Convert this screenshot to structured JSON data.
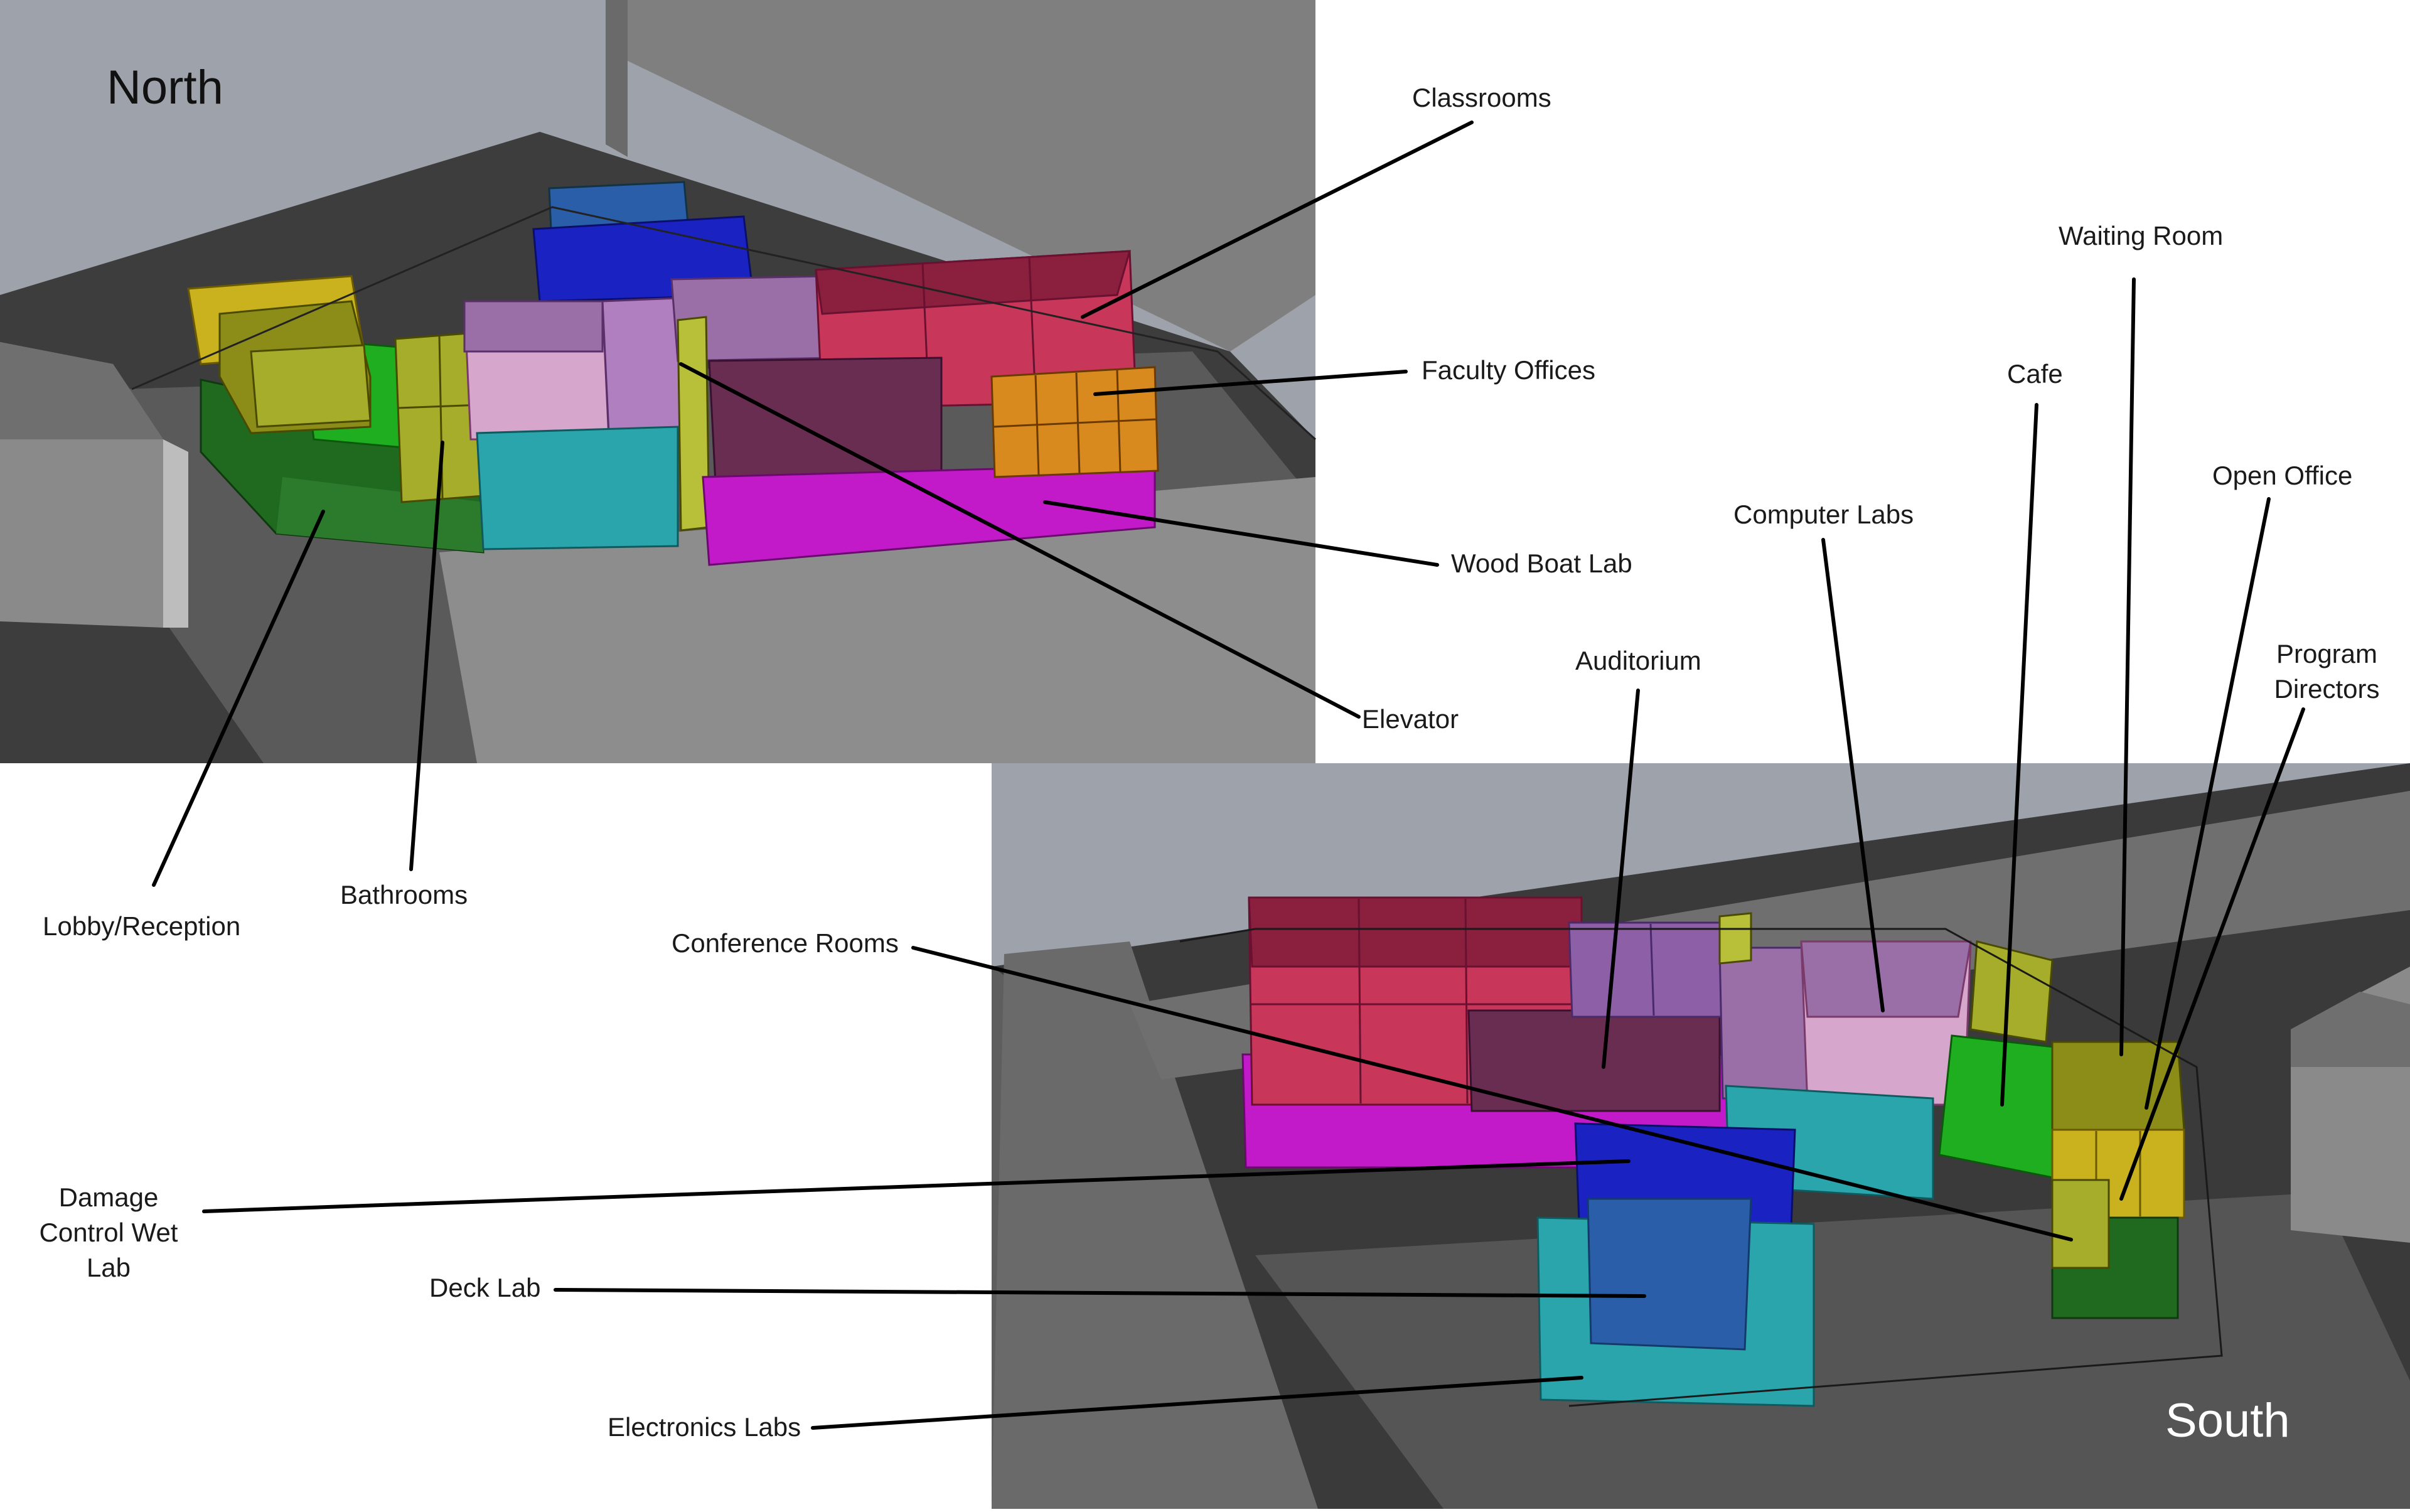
{
  "views": {
    "north": {
      "title": "North"
    },
    "south": {
      "title": "South"
    }
  },
  "labels": {
    "classrooms": "Classrooms",
    "faculty_offices": "Faculty Offices",
    "wood_boat_lab": "Wood Boat Lab",
    "elevator": "Elevator",
    "bathrooms": "Bathrooms",
    "lobby": "Lobby/Reception",
    "waiting_room": "Waiting Room",
    "cafe": "Cafe",
    "open_office": "Open Office",
    "computer_labs": "Computer Labs",
    "program_directors": "Program Directors",
    "auditorium": "Auditorium",
    "conference_rooms": "Conference Rooms",
    "damage_control": "Damage Control Wet Lab",
    "deck_lab": "Deck Lab",
    "electronics_labs": "Electronics Labs"
  },
  "colors": {
    "background_grey": "#9ea2aa",
    "ground_dark": "#3a3a3a",
    "classrooms": "#c8365a",
    "faculty_offices": "#d98a1e",
    "wood_boat_lab": "#c21ac9",
    "auditorium": "#6a2d52",
    "computer_labs": "#9a6fa8",
    "conference_rooms": "#8c5fa6",
    "electronics_labs": "#2aa5ac",
    "deck_lab": "#2b5ea8",
    "damage_control": "#1a22c2",
    "cafe": "#1fae1f",
    "lobby": "#1f6a1f",
    "bathrooms": "#a6ad2a",
    "elevator": "#b8c03a",
    "waiting_room": "#8c8c18",
    "program_directors": "#c9b21e",
    "pink_light": "#d6a6cc"
  }
}
